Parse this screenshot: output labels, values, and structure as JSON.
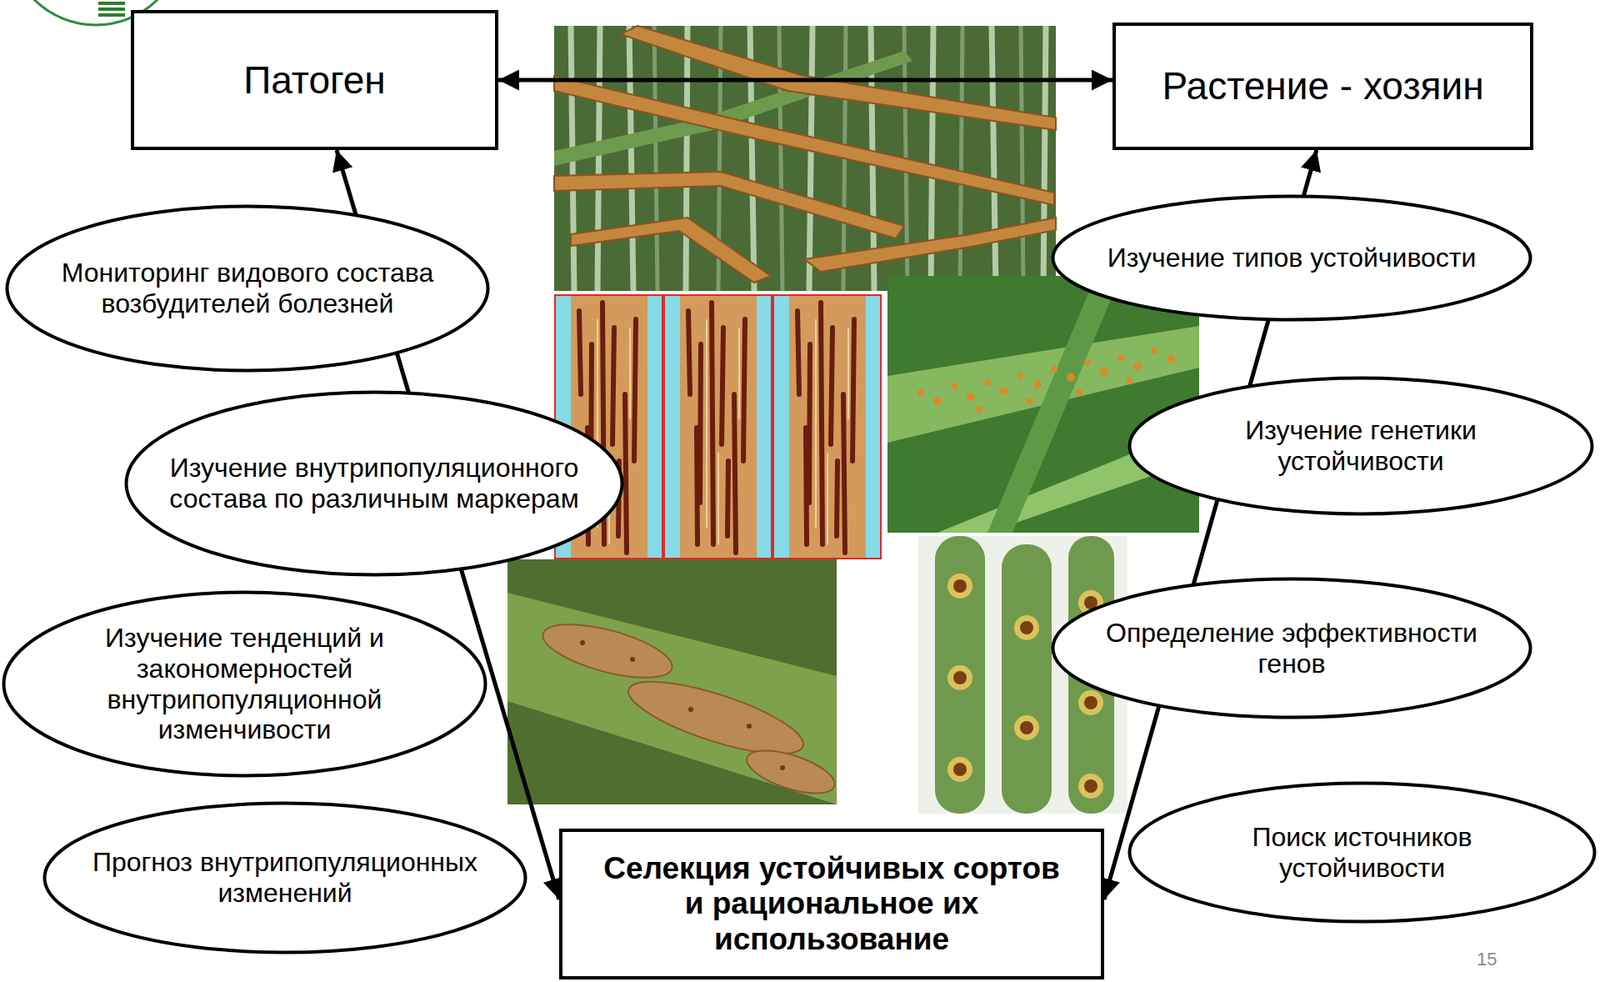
{
  "diagram": {
    "nodes": [
      {
        "text": [
          "Патоген"
        ]
      },
      {
        "text": [
          "Растение - хозяин"
        ]
      },
      {
        "text": [
          "Мониторинг видового состава возбудителей болезней"
        ]
      },
      {
        "text": [
          "Изучение типов устойчивости"
        ]
      },
      {
        "text": [
          "Изучение внутрипопуляционного состава по различным маркерам"
        ]
      },
      {
        "text": [
          "Изучение генетики устойчивости"
        ]
      },
      {
        "text": [
          "Изучение тенденций и закономерностей внутрипопуляционной изменчивости"
        ]
      },
      {
        "text": [
          "Определение эффективности генов"
        ]
      },
      {
        "text": [
          "Прогноз внутрипопуляционных изменений"
        ]
      },
      {
        "text": [
          "Селекция устойчивых сортов и рациональное их использование"
        ]
      },
      {
        "text": [
          "Поиск источников устойчивости"
        ]
      }
    ],
    "edges": [
      {
        "from": 0,
        "to": 1,
        "arrow": "both"
      },
      {
        "from": 0,
        "to": 9,
        "arrow": "both"
      },
      {
        "from": 1,
        "to": 9,
        "arrow": "both"
      }
    ],
    "labels": [
      "15"
    ]
  }
}
